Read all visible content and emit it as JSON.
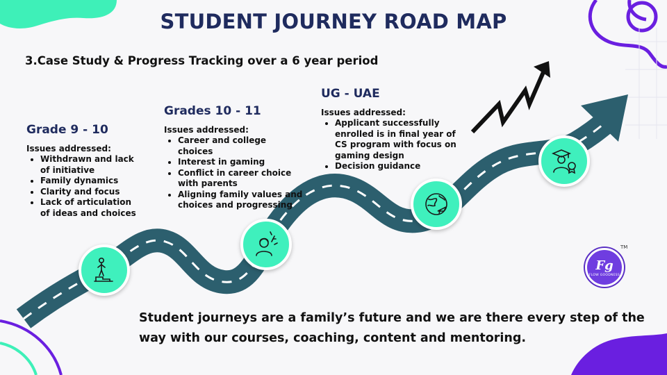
{
  "title": "STUDENT JOURNEY ROAD MAP",
  "subtitle": "3.Case Study & Progress Tracking over a 6 year period",
  "stages": [
    {
      "heading": "Grade 9 - 10",
      "issues_label": "Issues addressed:",
      "issues": [
        "Withdrawn and lack of initiative",
        "Family dynamics",
        "Clarity and focus",
        "Lack of articulation of ideas and choices"
      ],
      "icon": "person-on-steps-icon"
    },
    {
      "heading": "Grades 10 - 11",
      "issues_label": "Issues addressed:",
      "issues": [
        "Career and college choices",
        "Interest in gaming",
        "Conflict in career choice with parents",
        "Aligning family values and choices and progressing"
      ],
      "icon": "thinking-person-icon"
    },
    {
      "heading": "UG - UAE",
      "issues_label": "Issues addressed:",
      "issues": [
        "Applicant successfully enrolled is in final year of CS program with focus on gaming design",
        "Decision guidance"
      ],
      "icon": "globe-plane-icon"
    },
    {
      "heading": "",
      "issues_label": "",
      "issues": [],
      "icon": "graduate-certificate-icon"
    }
  ],
  "footer": "Student journeys are a family’s future and we are there every step of the way with our courses, coaching, content and mentoring.",
  "logo": {
    "mark": "Fg",
    "ring_text": "FLOW GOODNESS",
    "trademark": "TM"
  },
  "colors": {
    "navy": "#1f2b5e",
    "road": "#2c5f6e",
    "milestone": "#3ff0bd",
    "purple": "#6a1fe0",
    "mint": "#3ef0b8"
  }
}
